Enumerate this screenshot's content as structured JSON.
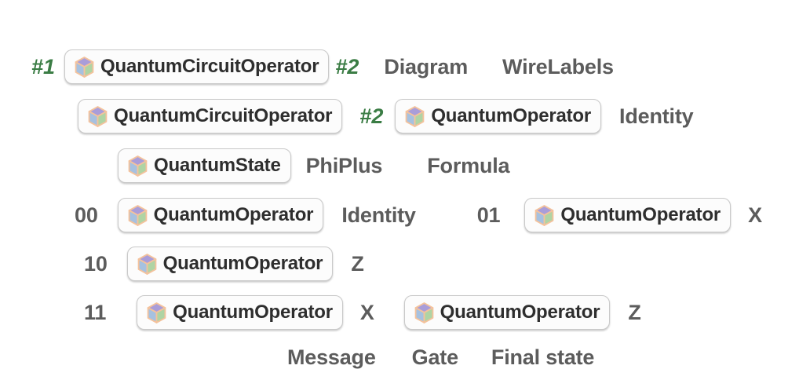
{
  "app": "wolfram-notebook-code-cell",
  "colors": {
    "background": "#ffffff",
    "slot_green": "#3b7d45",
    "string_gray": "#5c5c5c",
    "pill_background": "#fcfcfc",
    "pill_border": "#c9c9c9",
    "pill_text": "#2e2e2e",
    "cube_top": "#a99dd9",
    "cube_left": "#a6c1e0",
    "cube_right": "#afd4a4",
    "cube_outline": "#f4c29c"
  },
  "icons": {
    "pill_icon": "cube-icon"
  },
  "rows": [
    {
      "tokens": [
        {
          "type": "slot",
          "text": "#1"
        },
        {
          "type": "pill",
          "text": "QuantumCircuitOperator"
        },
        {
          "type": "slot",
          "text": "#2"
        },
        {
          "type": "string",
          "text": "Diagram"
        },
        {
          "type": "string",
          "text": "WireLabels"
        }
      ]
    },
    {
      "tokens": [
        {
          "type": "pill",
          "text": "QuantumCircuitOperator"
        },
        {
          "type": "slot",
          "text": "#2"
        },
        {
          "type": "pill",
          "text": "QuantumOperator"
        },
        {
          "type": "string",
          "text": "Identity"
        }
      ]
    },
    {
      "tokens": [
        {
          "type": "pill",
          "text": "QuantumState"
        },
        {
          "type": "string",
          "text": "PhiPlus"
        },
        {
          "type": "string",
          "text": "Formula"
        }
      ]
    },
    {
      "tokens": [
        {
          "type": "string",
          "text": "00"
        },
        {
          "type": "pill",
          "text": "QuantumOperator"
        },
        {
          "type": "string",
          "text": "Identity"
        },
        {
          "type": "string",
          "text": "01"
        },
        {
          "type": "pill",
          "text": "QuantumOperator"
        },
        {
          "type": "string",
          "text": "X"
        }
      ]
    },
    {
      "tokens": [
        {
          "type": "string",
          "text": "10"
        },
        {
          "type": "pill",
          "text": "QuantumOperator"
        },
        {
          "type": "string",
          "text": "Z"
        }
      ]
    },
    {
      "tokens": [
        {
          "type": "string",
          "text": "11"
        },
        {
          "type": "pill",
          "text": "QuantumOperator"
        },
        {
          "type": "string",
          "text": "X"
        },
        {
          "type": "pill",
          "text": "QuantumOperator"
        },
        {
          "type": "string",
          "text": "Z"
        }
      ]
    },
    {
      "tokens": [
        {
          "type": "string",
          "text": "Message"
        },
        {
          "type": "string",
          "text": "Gate"
        },
        {
          "type": "string",
          "text": "Final state"
        }
      ]
    }
  ]
}
